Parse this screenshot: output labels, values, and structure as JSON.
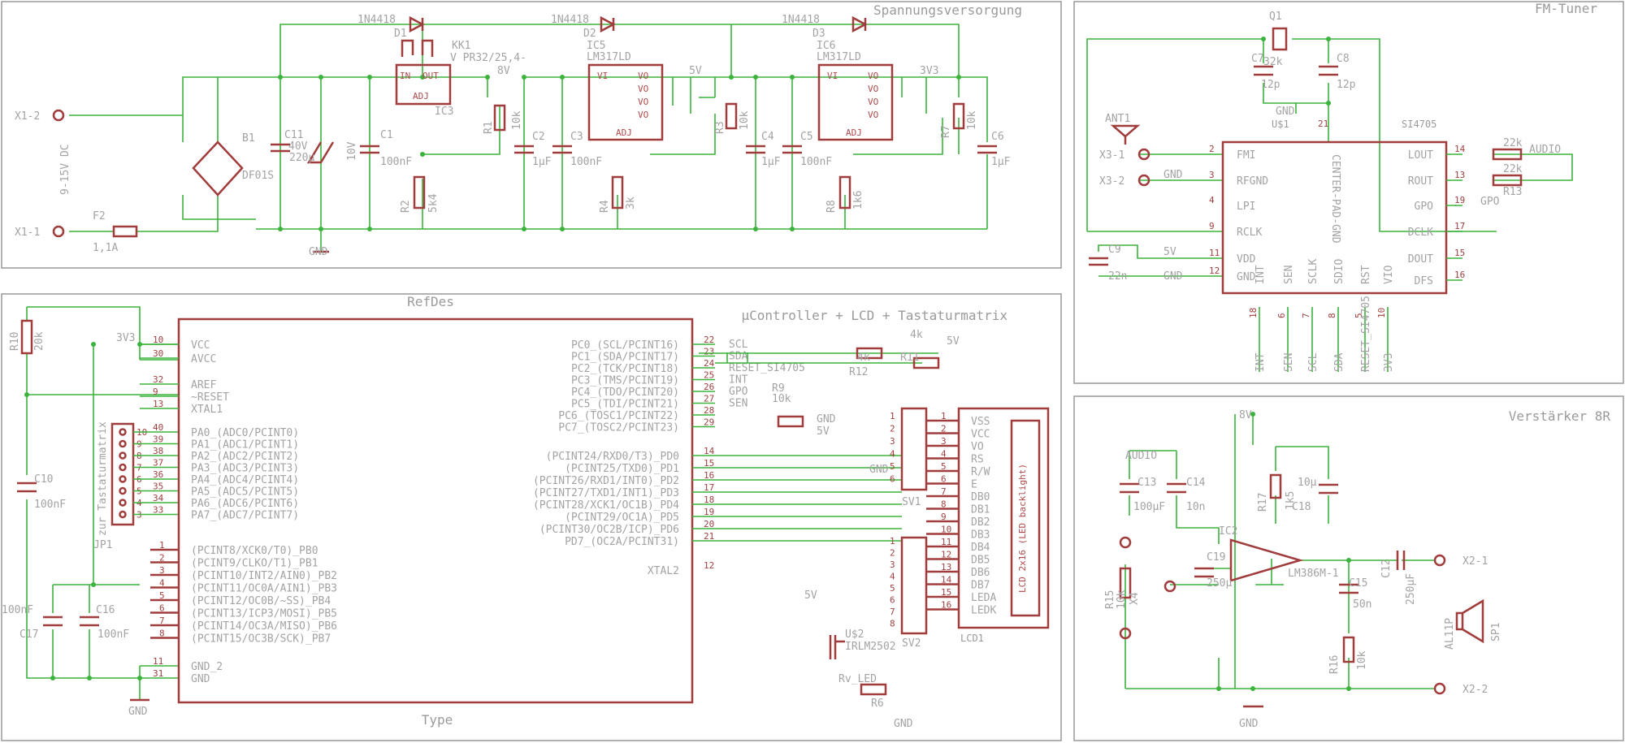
{
  "sheets": {
    "supply": "Spannungsversorgung",
    "tuner": "FM-Tuner",
    "mcu": "µController + LCD + Tastaturmatrix",
    "amp": "Verstärker 8R",
    "refdes": "RefDes",
    "type": "Type"
  },
  "supply": {
    "x1_2": "X1-2",
    "x1_1": "X1-1",
    "dc": "9-15V DC",
    "f2": "F2",
    "f2v": "1,1A",
    "b1": "B1",
    "df01s": "DF01S",
    "c11": "C11",
    "c11v": "220µ",
    "c11v2": "40V",
    "c1": "C1",
    "c1v": "100nF",
    "v10": "10V",
    "ic3": "IC3",
    "kk1": "KK1",
    "kk1v": "V PR32/25,4-",
    "d1": "D1",
    "d1v": "1N4418",
    "in": "IN",
    "out": "OUT",
    "adj": "ADJ",
    "n8v": "8V",
    "r1": "R1",
    "r1v": "10k",
    "r2": "R2",
    "r2v": "5k4",
    "c2": "C2",
    "c2v": "1µF",
    "c3": "C3",
    "c3v": "100nF",
    "ic5": "IC5",
    "ic5v": "LM317LD",
    "d2": "D2",
    "d2v": "1N4418",
    "vi": "VI",
    "vo": "VO",
    "n5v": "5V",
    "r3": "R3",
    "r3v": "10k",
    "r4": "R4",
    "r4v": "3k",
    "c4": "C4",
    "c4v": "1µF",
    "c5": "C5",
    "c5v": "100nF",
    "ic6": "IC6",
    "ic6v": "LM317LD",
    "d3": "D3",
    "d3v": "1N4418",
    "n3v3": "3V3",
    "r7": "R7",
    "r7v": "10k",
    "r8": "R8",
    "r8v": "1k6",
    "c6": "C6",
    "c6v": "1µF",
    "gnd": "GND"
  },
  "tuner": {
    "q1": "Q1",
    "c7": "C7",
    "c7v": "12p",
    "c7x": "32k",
    "c8": "C8",
    "c8v": "12p",
    "gnd": "GND",
    "u1": "U$1",
    "si": "SI4705",
    "center": "CENTER-PAD-GND",
    "ant": "ANT1",
    "x31": "X3-1",
    "x32": "X3-2",
    "gndl": "GND",
    "c9": "C9",
    "c9v": "22n",
    "n5v": "5V",
    "lpins": [
      "FMI",
      "RFGND",
      "LPI",
      "RCLK",
      "VDD",
      "GND"
    ],
    "lnums": [
      "2",
      "3",
      "4",
      "9",
      "11",
      "12"
    ],
    "rpins": [
      "LOUT",
      "ROUT",
      "GPO",
      "DCLK",
      "DOUT",
      "DFS"
    ],
    "rnums": [
      "14",
      "13",
      "19",
      "17",
      "15",
      "16"
    ],
    "bpins": [
      "INT",
      "SEN",
      "SCLK",
      "SDIO",
      "RST",
      "VIO"
    ],
    "bnums": [
      "18",
      "6",
      "7",
      "8",
      "5",
      "10"
    ],
    "bnets": [
      "INT",
      "SEN",
      "SCL",
      "SDA",
      "RESET_SI4705",
      "3V3"
    ],
    "r22k": "22k",
    "r12k": "22k",
    "r13": "R13",
    "audio": "AUDIO",
    "gpo": "GPO",
    "n21": "21"
  },
  "mcu": {
    "r10": "R10",
    "r10v": "20k",
    "n3v3": "3V3",
    "c10": "C10",
    "c10v": "100nF",
    "c17": "C17",
    "c17v": "100nF",
    "c16": "C16",
    "c16v": "100nF",
    "gnd": "GND",
    "jp1": "JP1",
    "zur": "zur Tastaturmatrix",
    "lpins1": [
      "VCC",
      "AVCC",
      "AREF",
      "~RESET",
      "XTAL1"
    ],
    "lnums1": [
      "10",
      "30",
      "32",
      "9",
      "13"
    ],
    "pa": [
      "PA0_(ADC0/PCINT0)",
      "PA1_(ADC1/PCINT1)",
      "PA2_(ADC2/PCINT2)",
      "PA3_(ADC3/PCINT3)",
      "PA4_(ADC4/PCINT4)",
      "PA5_(ADC5/PCINT5)",
      "PA6_(ADC6/PCINT6)",
      "PA7_(ADC7/PCINT7)"
    ],
    "panums": [
      "40",
      "39",
      "38",
      "37",
      "36",
      "35",
      "34",
      "33"
    ],
    "pb": [
      "(PCINT8/XCK0/T0)_PB0",
      "(PCINT9/CLKO/T1)_PB1",
      "(PCINT10/INT2/AIN0)_PB2",
      "(PCINT11/OC0A/AIN1)_PB3",
      "(PCINT12/OC0B/~SS)_PB4",
      "(PCINT13/ICP3/MOSI)_PB5",
      "(PCINT14/OC3A/MISO)_PB6",
      "(PCINT15/OC3B/SCK)_PB7"
    ],
    "pbnums": [
      "1",
      "2",
      "3",
      "4",
      "5",
      "6",
      "7",
      "8"
    ],
    "gndp": [
      "GND_2",
      "GND"
    ],
    "gndn": [
      "11",
      "31"
    ],
    "pc": [
      "PC0_(SCL/PCINT16)",
      "PC1_(SDA/PCINT17)",
      "PC2_(TCK/PCINT18)",
      "PC3_(TMS/PCINT19)",
      "PC4_(TDO/PCINT20)",
      "PC5_(TDI/PCINT21)",
      "PC6_(TOSC1/PCINT22)",
      "PC7_(TOSC2/PCINT23)"
    ],
    "pcnums": [
      "22",
      "23",
      "24",
      "25",
      "26",
      "27",
      "28",
      "29"
    ],
    "pcnets": [
      "SCL",
      "SDA",
      "RESET_SI4705",
      "INT",
      "GPO",
      "SEN",
      "",
      ""
    ],
    "pd": [
      "(PCINT24/RXD0/T3)_PD0",
      "(PCINT25/TXD0)_PD1",
      "(PCINT26/RXD1/INT0)_PD2",
      "(PCINT27/TXD1/INT1)_PD3",
      "(PCINT28/XCK1/OC1B)_PD4",
      "(PCINT29/OC1A)_PD5",
      "(PCINT30/OC2B/ICP)_PD6",
      "PD7_(OC2A/PCINT31)"
    ],
    "pdnums": [
      "14",
      "15",
      "16",
      "17",
      "18",
      "19",
      "20",
      "21"
    ],
    "xtal2": "XTAL2",
    "xtal2n": "12",
    "r12": "R12",
    "r12v": "4k",
    "r11": "R11",
    "r11v": "4k",
    "n5v": "5V",
    "r9": "R9",
    "r9v": "10k",
    "sv1": "SV1",
    "sv2": "SV2",
    "lcd": [
      "VSS",
      "VCC",
      "VO",
      "RS",
      "R/W",
      "E",
      "DB0",
      "DB1",
      "DB2",
      "DB3",
      "DB4",
      "DB5",
      "DB6",
      "DB7",
      "LEDA",
      "LEDK"
    ],
    "lcdtxt": "LCD 2x16 (LED backlight)",
    "lcd1": "LCD1",
    "u2": "U$2",
    "u2v": "IRLM2502",
    "r6": "R6",
    "rvled": "Rv_LED"
  },
  "amp": {
    "n8v": "8V",
    "audio": "AUDIO",
    "c13": "C13",
    "c13v": "100µF",
    "c14": "C14",
    "c14v": "10n",
    "r17": "R17",
    "r17v": "1k5",
    "c18": "C18",
    "c18v": "10µ",
    "ic2": "IC2",
    "ic2v": "LM386M-1",
    "c19": "C19",
    "c19v": "250µ",
    "c15": "C15",
    "c15v": "50n",
    "c12": "C12",
    "c12v": "250µF",
    "r16": "R16",
    "r16v": "10k",
    "r15": "R15",
    "r15v": "10k",
    "x4": "X4",
    "x21": "X2-1",
    "x22": "X2-2",
    "sp1": "SP1",
    "al": "AL11P",
    "gnd": "GND"
  }
}
